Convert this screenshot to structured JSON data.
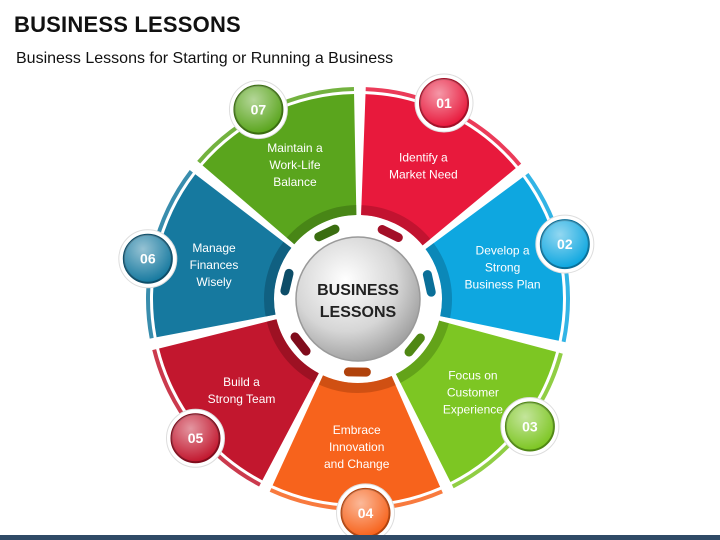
{
  "header": {
    "title": "BUSINESS LESSONS",
    "subtitle": "Business Lessons for Starting or Running a Business"
  },
  "hub": {
    "lines": [
      "BUSINESS",
      "LESSONS"
    ]
  },
  "segments": [
    {
      "number": "01",
      "lines": [
        "Identify a",
        "Market Need"
      ],
      "color": "#e8193c",
      "dark": "#a30f27"
    },
    {
      "number": "02",
      "lines": [
        "Develop a",
        "Strong",
        "Business Plan"
      ],
      "color": "#0ea7e0",
      "dark": "#0a6f98"
    },
    {
      "number": "03",
      "lines": [
        "Focus on",
        "Customer",
        "Experience"
      ],
      "color": "#7dc623",
      "dark": "#4f8713"
    },
    {
      "number": "04",
      "lines": [
        "Embrace",
        "Innovation",
        "and Change"
      ],
      "color": "#f7631c",
      "dark": "#b0420c"
    },
    {
      "number": "05",
      "lines": [
        "Build a",
        "Strong Team"
      ],
      "color": "#c2172e",
      "dark": "#7f0c1c"
    },
    {
      "number": "06",
      "lines": [
        "Manage",
        "Finances",
        "Wisely"
      ],
      "color": "#16799f",
      "dark": "#0d4d68"
    },
    {
      "number": "07",
      "lines": [
        "Maintain a",
        "Work-Life",
        "Balance"
      ],
      "color": "#5aa51d",
      "dark": "#3a6d10"
    }
  ]
}
